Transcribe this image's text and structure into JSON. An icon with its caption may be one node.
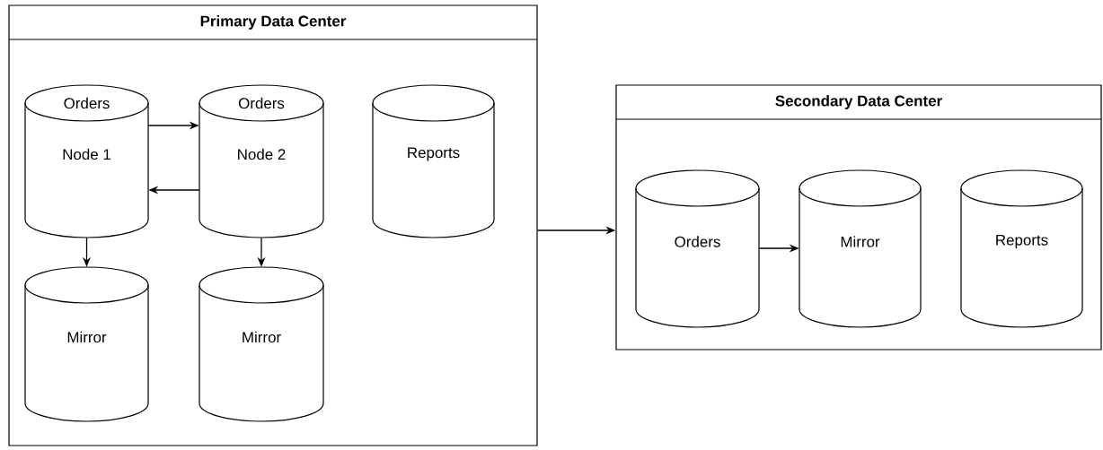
{
  "diagram": {
    "nodes": [
      {
        "text": [
          "Primary Data Center"
        ]
      },
      {
        "text": [
          "Orders",
          "Node 1"
        ],
        "in": 0
      },
      {
        "text": [
          "Orders",
          "Node 2"
        ],
        "in": 0
      },
      {
        "text": [
          "Reports"
        ],
        "in": 0
      },
      {
        "text": [
          "Mirror"
        ],
        "in": 0
      },
      {
        "text": [
          "Mirror"
        ],
        "in": 0
      },
      {
        "text": [
          "Secondary Data Center"
        ]
      },
      {
        "text": [
          "Orders"
        ],
        "in": 6
      },
      {
        "text": [
          "Mirror"
        ],
        "in": 6
      },
      {
        "text": [
          "Reports"
        ],
        "in": 6
      }
    ],
    "edges": [
      {
        "from": 1,
        "to": 2,
        "arrow": "to"
      },
      {
        "from": 2,
        "to": 1,
        "arrow": "to"
      },
      {
        "from": 1,
        "to": 4,
        "arrow": "to"
      },
      {
        "from": 2,
        "to": 5,
        "arrow": "to"
      },
      {
        "from": 0,
        "to": 6,
        "arrow": "to"
      },
      {
        "from": 7,
        "to": 8,
        "arrow": "to"
      }
    ]
  }
}
